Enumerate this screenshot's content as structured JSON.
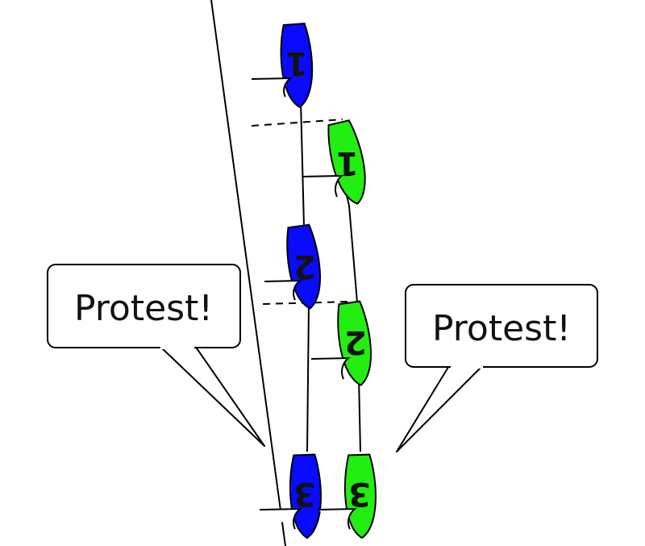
{
  "colors": {
    "background": "#ffffff",
    "blue_boat": "#0a0aff",
    "green_boat": "#22ee11",
    "line": "#000000"
  },
  "boats": {
    "blue": {
      "num1": "1",
      "num2": "2",
      "num3": "3"
    },
    "green": {
      "num1": "1",
      "num2": "2",
      "num3": "3"
    }
  },
  "bubbles": {
    "left": "Protest!",
    "right": "Protest!"
  }
}
